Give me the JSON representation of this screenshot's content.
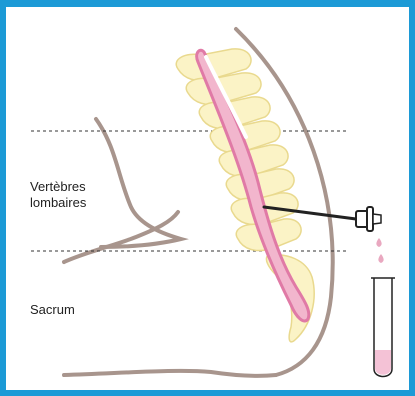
{
  "labels": {
    "lumbar_line1": "Vertèbres",
    "lumbar_line2": "lombaires",
    "sacrum": "Sacrum"
  },
  "colors": {
    "frame_border": "#1c9ad6",
    "vertebra_fill": "#fbf3c6",
    "vertebra_stroke": "#e9d98e",
    "spinal_canal_fill": "#f2b6cd",
    "spinal_canal_stroke": "#e07aa6",
    "body_outline": "#a8958d",
    "dashed_line": "#333333",
    "needle": "#222222",
    "fluid_drop": "#e9a8c0",
    "tube_fluid": "#f4c2d6"
  },
  "icons": {
    "syringe": "syringe-icon",
    "test_tube": "test-tube-icon",
    "drop": "fluid-drop-icon"
  }
}
